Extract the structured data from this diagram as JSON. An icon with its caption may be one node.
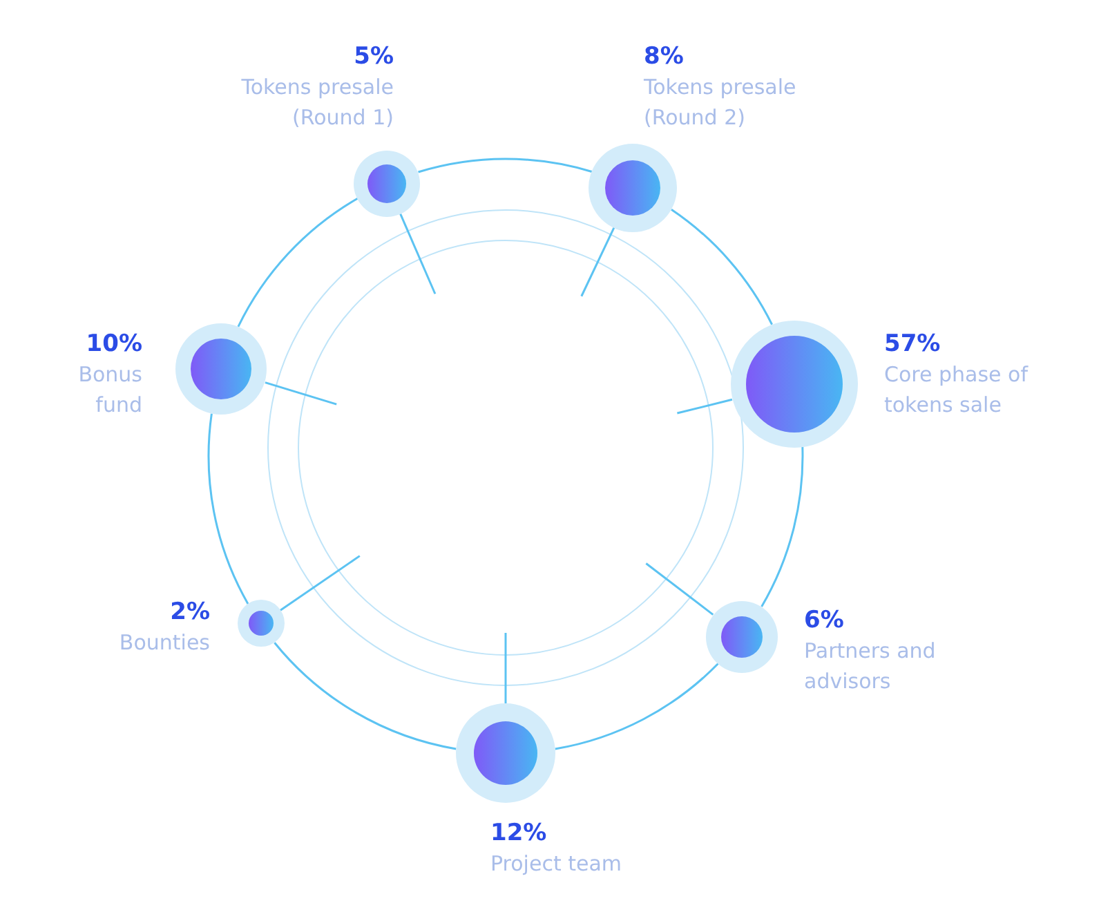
{
  "diagram": {
    "nodes": [
      {
        "text": [],
        "shape": "circle",
        "beside": [
          "5%",
          "Tokens presale (Round 1)"
        ]
      },
      {
        "text": [],
        "shape": "circle",
        "beside": [
          "8%",
          "Tokens presale (Round 2)"
        ]
      },
      {
        "text": [],
        "shape": "circle",
        "beside": [
          "10%",
          "Bonus fund"
        ]
      },
      {
        "text": [],
        "shape": "circle",
        "beside": [
          "57%",
          "Core phase of tokens sale"
        ]
      },
      {
        "text": [],
        "shape": "circle",
        "beside": [
          "2%",
          "Bounties"
        ]
      },
      {
        "text": [],
        "shape": "circle",
        "beside": [
          "6%",
          "Partners and advisors"
        ]
      },
      {
        "text": [],
        "shape": "circle",
        "beside": [
          "12%",
          "Project team"
        ]
      }
    ],
    "edges": [
      {
        "from": 0,
        "to": 1,
        "arrow": "none"
      },
      {
        "from": 1,
        "to": 3,
        "arrow": "none"
      },
      {
        "from": 3,
        "to": 5,
        "arrow": "none"
      },
      {
        "from": 5,
        "to": 6,
        "arrow": "none"
      },
      {
        "from": 6,
        "to": 4,
        "arrow": "none"
      },
      {
        "from": 4,
        "to": 2,
        "arrow": "none"
      },
      {
        "from": 2,
        "to": 0,
        "arrow": "none"
      },
      {
        "from": null,
        "to": 0,
        "arrow": "none"
      },
      {
        "from": null,
        "to": 1,
        "arrow": "none"
      },
      {
        "from": null,
        "to": 2,
        "arrow": "none"
      },
      {
        "from": null,
        "to": 3,
        "arrow": "none"
      },
      {
        "from": null,
        "to": 4,
        "arrow": "none"
      },
      {
        "from": null,
        "to": 5,
        "arrow": "none"
      },
      {
        "from": null,
        "to": 6,
        "arrow": "none"
      }
    ]
  }
}
